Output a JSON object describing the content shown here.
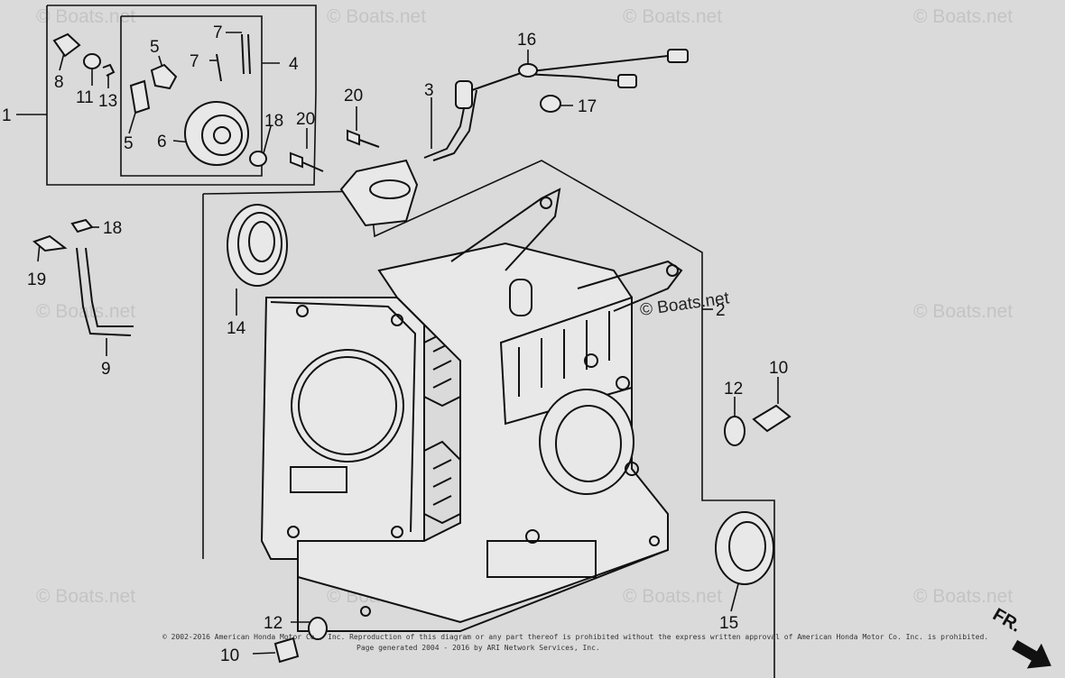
{
  "watermark": "© Boats.net",
  "inline_watermark": "© Boats.net",
  "copyright_line1": "© 2002-2016 American Honda Motor Co., Inc. Reproduction of this diagram or any part thereof is prohibited without the express written approval of American Honda Motor Co. Inc. is prohibited.",
  "copyright_line2": "Page generated 2004 - 2016 by ARI Network Services, Inc.",
  "direction_label": "FR.",
  "callouts": [
    "1",
    "2",
    "3",
    "4",
    "5",
    "5",
    "6",
    "7",
    "7",
    "8",
    "9",
    "10",
    "10",
    "11",
    "12",
    "12",
    "13",
    "14",
    "15",
    "16",
    "17",
    "18",
    "18",
    "19",
    "20",
    "20"
  ]
}
